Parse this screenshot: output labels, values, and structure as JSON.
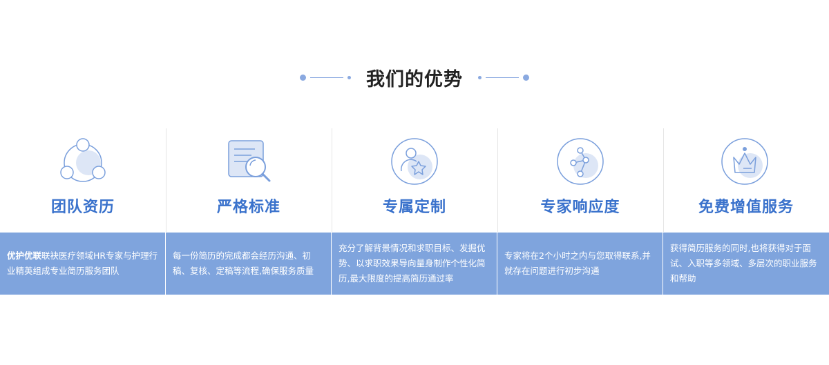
{
  "heading": {
    "title": "我们的优势"
  },
  "columns": [
    {
      "icon": "team-network-icon",
      "title": "团队资历",
      "desc_strong": "优护优联",
      "desc": "联袂医疗领域HR专家与护理行业精英组成专业简历服务团队"
    },
    {
      "icon": "document-search-icon",
      "title": "严格标准",
      "desc_strong": "",
      "desc": "每一份简历的完成都会经历沟通、初稿、复核、定稿等流程,确保服务质量"
    },
    {
      "icon": "user-star-icon",
      "title": "专属定制",
      "desc_strong": "",
      "desc": "充分了解背景情况和求职目标、发掘优势、以求职效果导向量身制作个性化简历,最大限度的提高简历通过率"
    },
    {
      "icon": "nodes-graph-icon",
      "title": "专家响应度",
      "desc_strong": "",
      "desc": "专家将在2个小时之内与您取得联系,并就存在问题进行初步沟通"
    },
    {
      "icon": "crown-icon",
      "title": "免费增值服务",
      "desc_strong": "",
      "desc": "获得简历服务的同时,也将获得对于面试、入职等多领域、多层次的职业服务和帮助"
    }
  ],
  "colors": {
    "accent": "#3a72cc",
    "panel": "#7fa4dd",
    "icon_light": "#dde6f6",
    "icon_stroke": "#7a9fdc"
  }
}
